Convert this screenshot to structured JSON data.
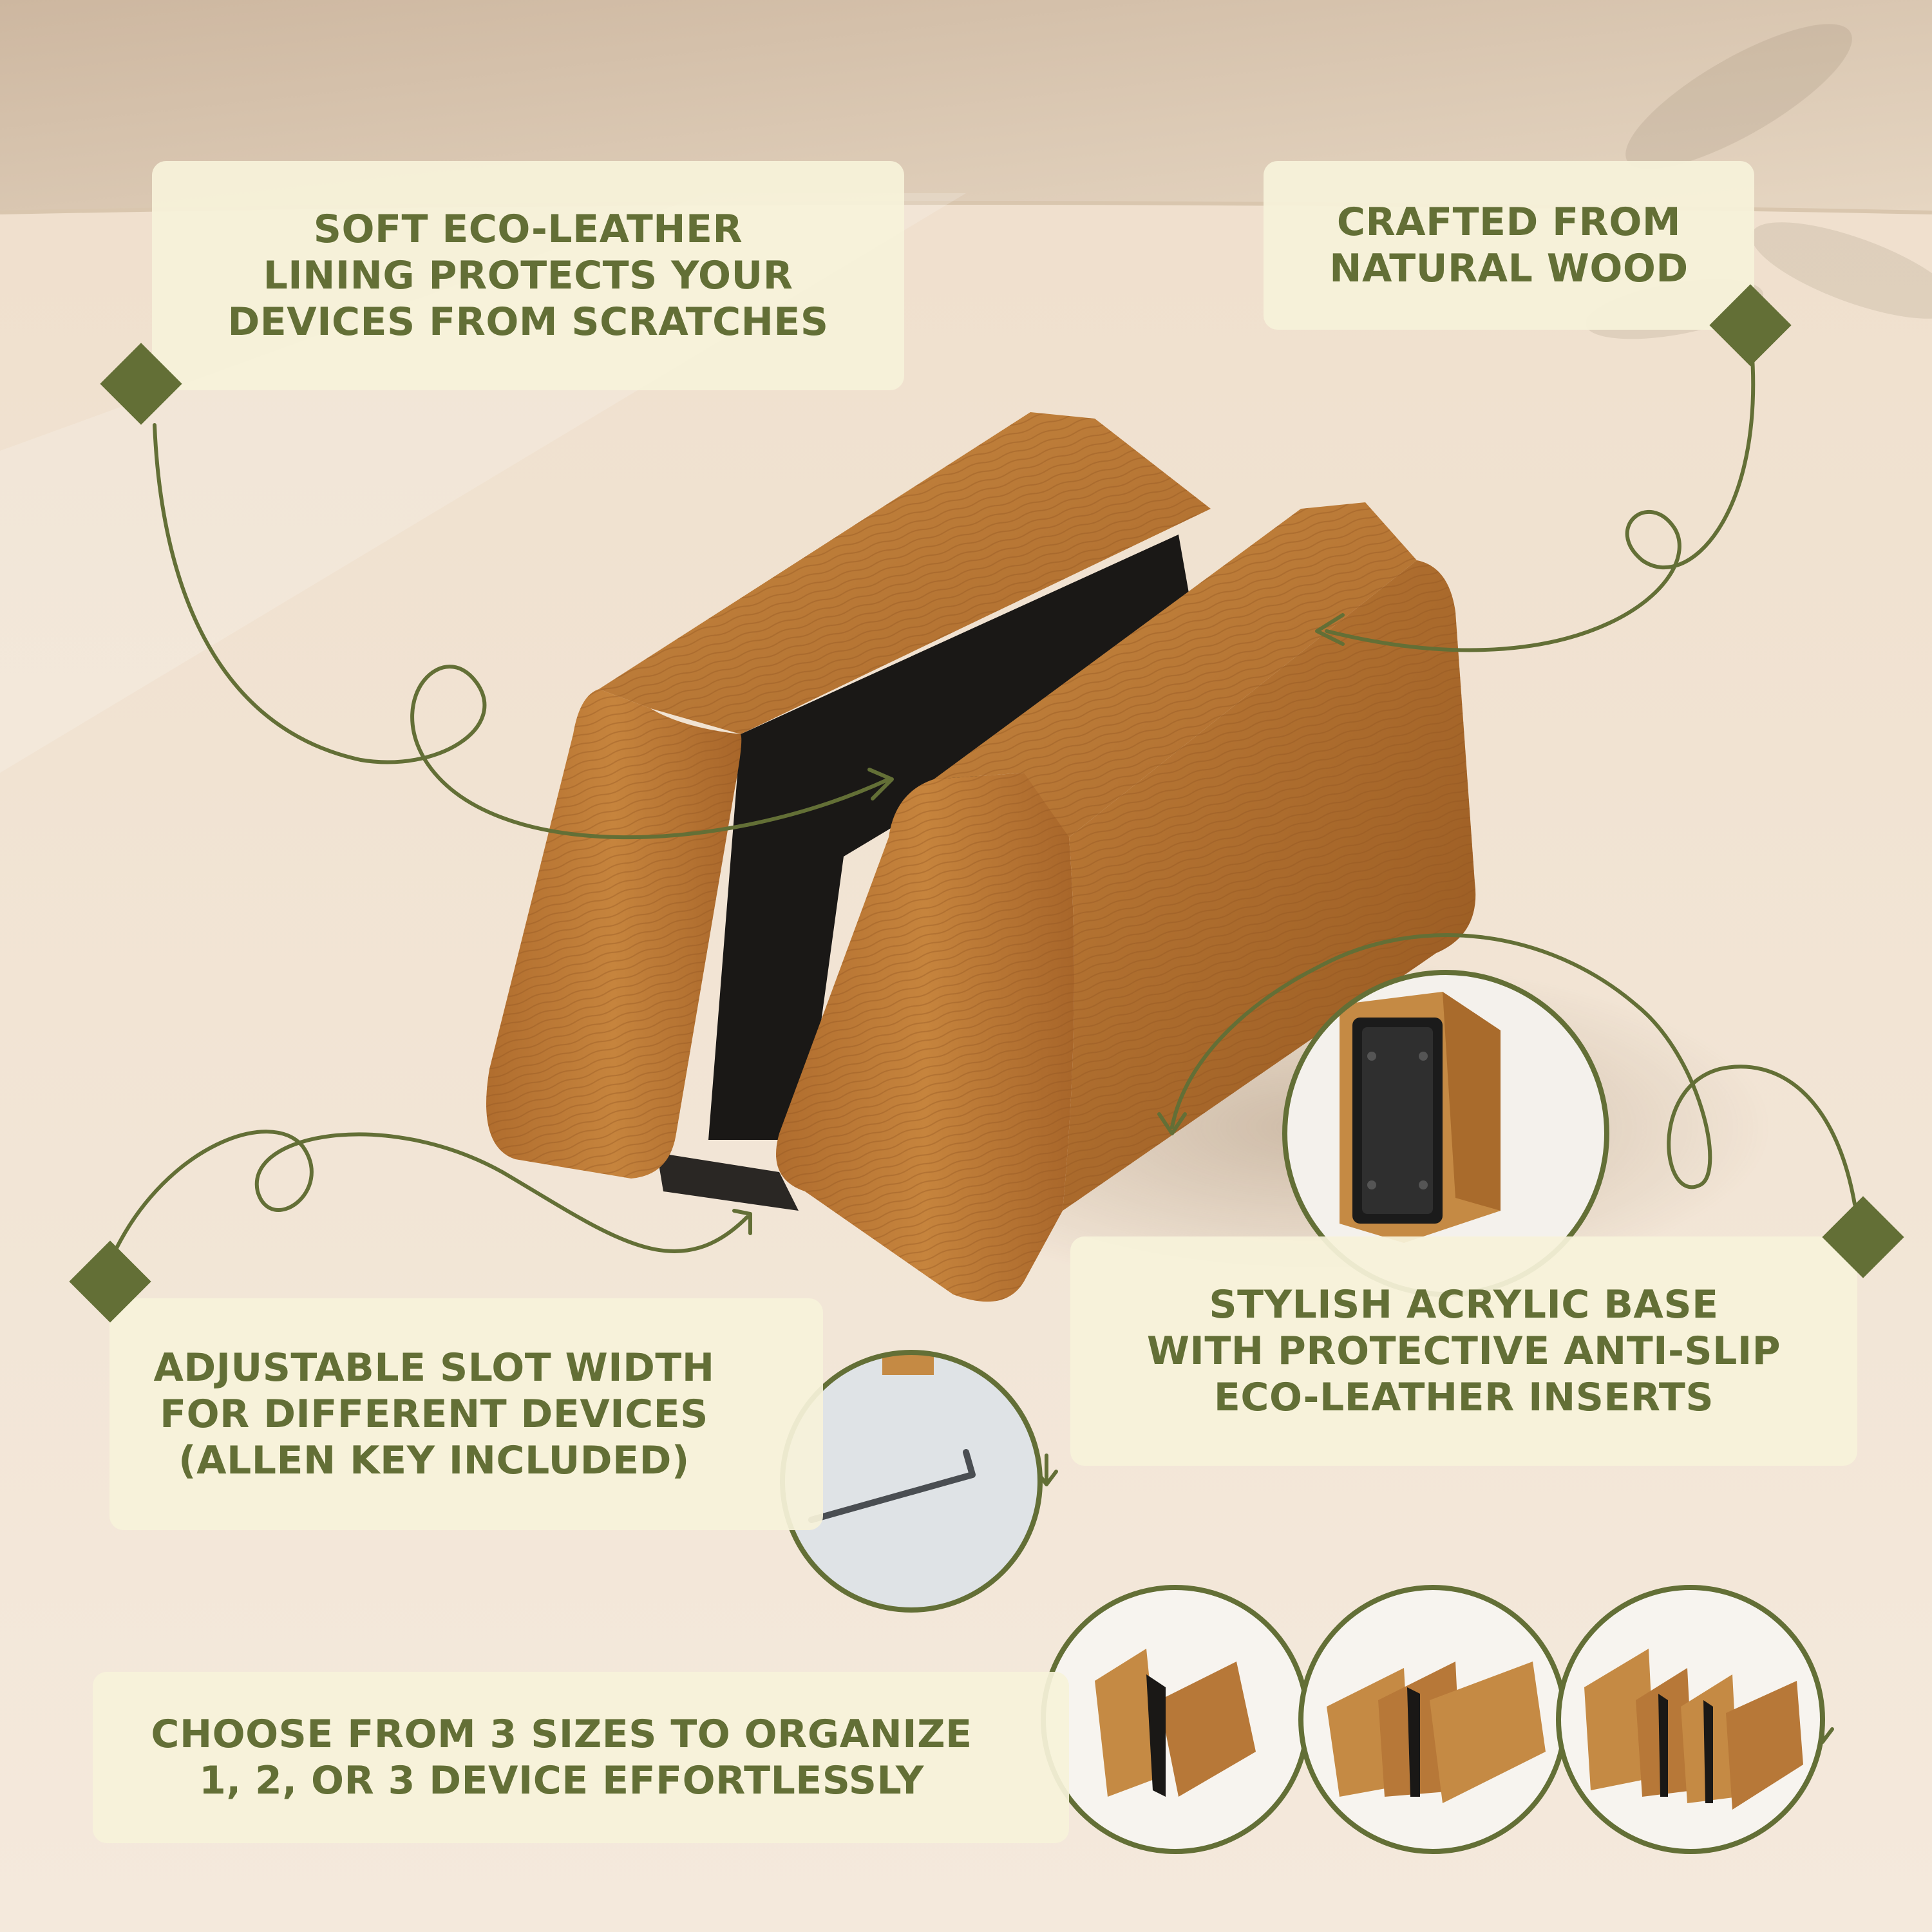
{
  "colors": {
    "accent_green": "#636f36",
    "callout_bg": "#f6f2da",
    "wall": "#d8c6b1",
    "table": "#f3e6d6",
    "wood": "#b9752f",
    "leather": "#1c1a18"
  },
  "callouts": {
    "leather_lining": {
      "lines": [
        "SOFT ECO-LEATHER",
        "LINING PROTECTS YOUR",
        "DEVICES FROM SCRATCHES"
      ]
    },
    "natural_wood": {
      "lines": [
        "CRAFTED FROM",
        "NATURAL WOOD"
      ]
    },
    "acrylic_base": {
      "lines": [
        "STYLISH ACRYLIC BASE",
        "WITH PROTECTIVE ANTI-SLIP",
        "ECO-LEATHER INSERTS"
      ]
    },
    "adjustable_slot": {
      "lines": [
        "ADJUSTABLE SLOT WIDTH",
        "FOR DIFFERENT DEVICES",
        "(ALLEN KEY INCLUDED)"
      ]
    },
    "sizes": {
      "lines": [
        "CHOOSE FROM 3 SIZES TO ORGANIZE",
        "1, 2, OR 3 DEVICE EFFORTLESSLY"
      ]
    }
  },
  "icons": {
    "pointer": "diamond-marker-icon",
    "connector": "curved-arrow-icon"
  }
}
